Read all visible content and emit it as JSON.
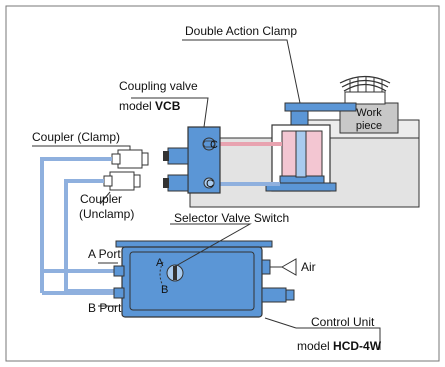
{
  "labels": {
    "double_action_clamp": "Double Action Clamp",
    "coupling_valve": "Coupling valve",
    "coupling_valve_model_prefix": "model ",
    "coupling_valve_model": "VCB",
    "coupler_clamp": "Coupler (Clamp)",
    "coupler_unclamp_1": "Coupler",
    "coupler_unclamp_2": "(Unclamp)",
    "selector_valve_switch": "Selector Valve Switch",
    "work_piece_1": "Work",
    "work_piece_2": "piece",
    "a_port": "A Port",
    "b_port": "B Port",
    "air": "Air",
    "switch_a": "A",
    "switch_b": "B",
    "control_unit": "Control Unit",
    "control_unit_model_prefix": "model ",
    "control_unit_model": "HCD-4W",
    "port_c_upper": "C",
    "port_c_lower": "C"
  },
  "colors": {
    "metal_blue": "#5b96d6",
    "metal_blue_light": "#a9cbef",
    "hose_blue": "#8fb0de",
    "hose_pink": "#e8a3b0",
    "clamp_pink": "#f3c6d2",
    "base_gray": "#d9d9d9",
    "work_gray": "#c8c8c8"
  }
}
